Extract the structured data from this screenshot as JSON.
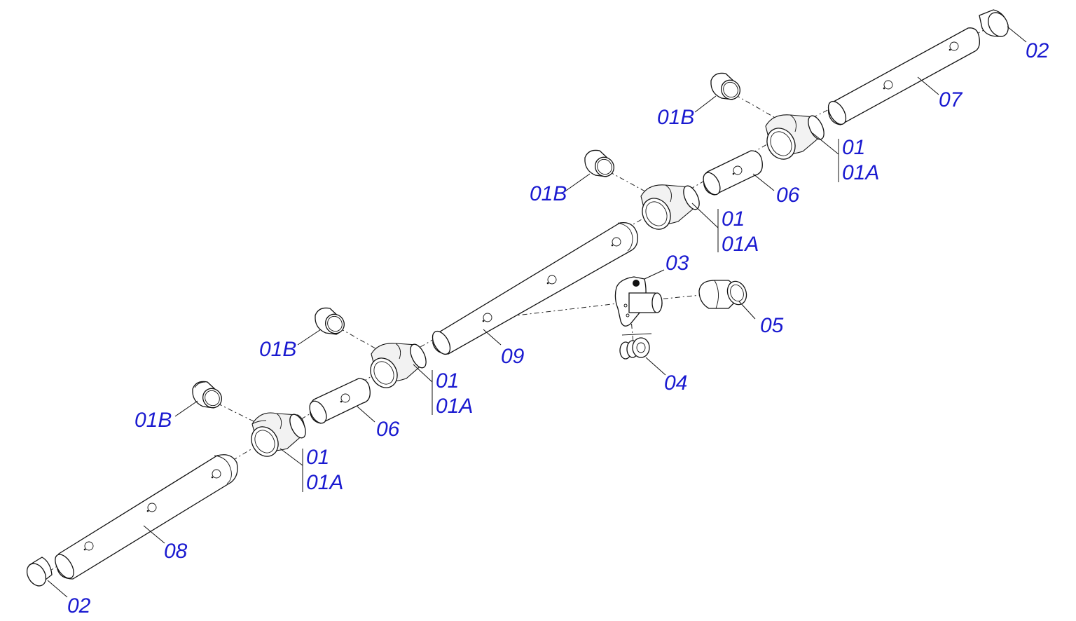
{
  "callouts": {
    "c02_top": "02",
    "c07": "07",
    "c01b_1": "01B",
    "c01_1": "01",
    "c01a_1": "01A",
    "c01b_2": "01B",
    "c06_top": "06",
    "c01_2": "01",
    "c01a_2": "01A",
    "c03": "03",
    "c05": "05",
    "c04": "04",
    "c09": "09",
    "c01b_3": "01B",
    "c01_3": "01",
    "c01a_3": "01A",
    "c01b_4": "01B",
    "c06_bot": "06",
    "c01_4": "01",
    "c01a_4": "01A",
    "c08": "08",
    "c02_bot": "02"
  },
  "colors": {
    "callout": "#1a1ad0",
    "linework": "#111111",
    "background": "#ffffff"
  }
}
